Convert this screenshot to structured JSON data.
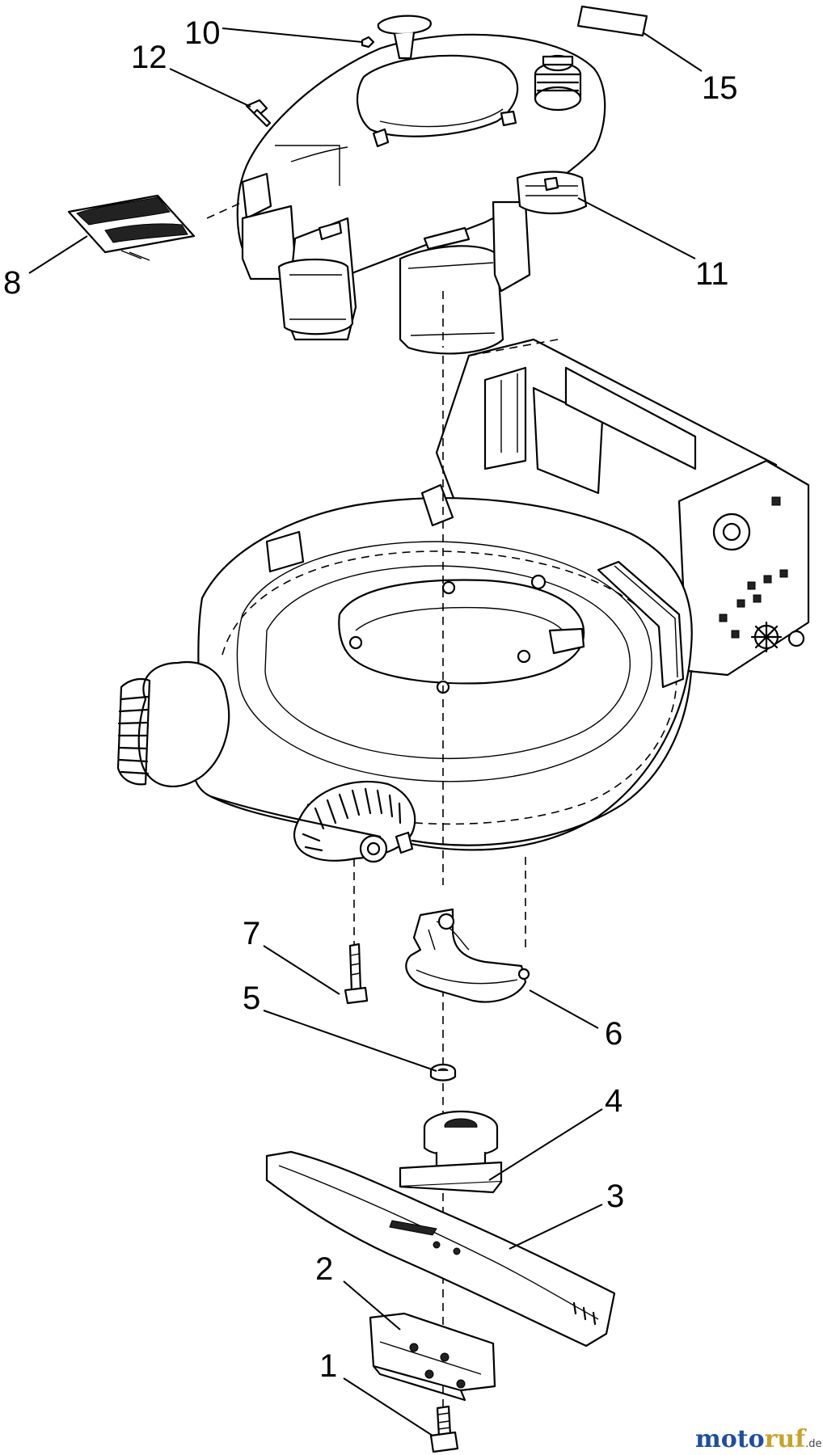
{
  "callouts": [
    {
      "id": "c10",
      "label": "10"
    },
    {
      "id": "c12",
      "label": "12"
    },
    {
      "id": "c15",
      "label": "15"
    },
    {
      "id": "c8",
      "label": "8"
    },
    {
      "id": "c11",
      "label": "11"
    },
    {
      "id": "c7",
      "label": "7"
    },
    {
      "id": "c5",
      "label": "5"
    },
    {
      "id": "c6",
      "label": "6"
    },
    {
      "id": "c4",
      "label": "4"
    },
    {
      "id": "c3",
      "label": "3"
    },
    {
      "id": "c2",
      "label": "2"
    },
    {
      "id": "c1",
      "label": "1"
    }
  ],
  "watermark": {
    "part1": "moto",
    "part2": "ruf",
    "suffix": ".de",
    "color1": "#1f4e9c",
    "color2": "#c7a22c",
    "color_o": "#e07a1a"
  },
  "colors": {
    "line": "#000000",
    "background": "#ffffff"
  }
}
